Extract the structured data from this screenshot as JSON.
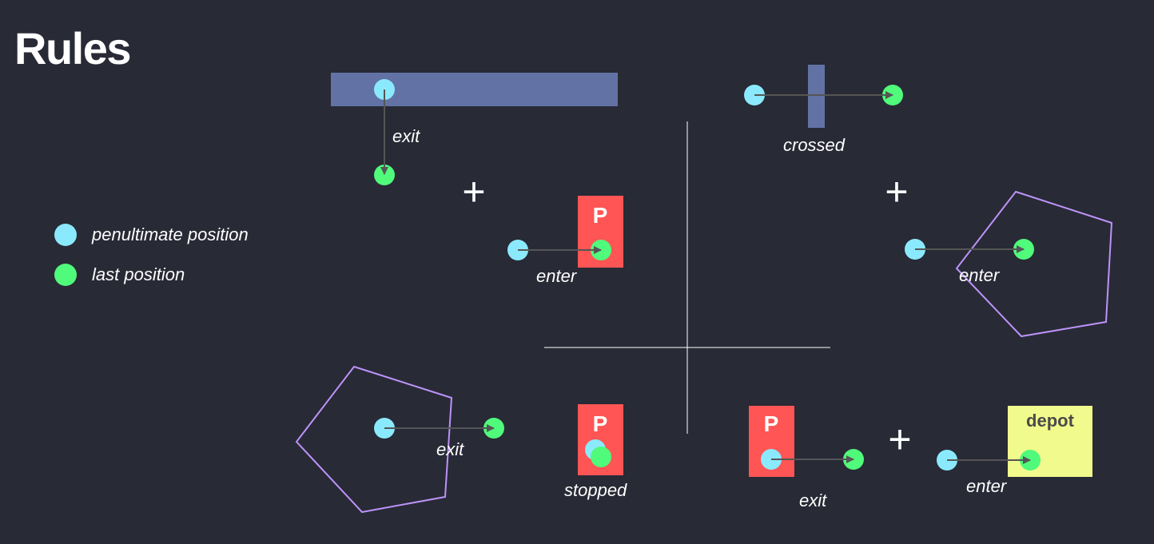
{
  "title": "Rules",
  "colors": {
    "background": "#282a36",
    "penultimate": "#8be9fd",
    "last": "#50fa7b",
    "road": "#6272a4",
    "parking": "#ff5555",
    "depot": "#f1fa8c",
    "zone": "#bd93f9",
    "arrow": "#555555"
  },
  "legend": {
    "penultimate": "penultimate position",
    "last": "last position"
  },
  "rules": {
    "road_exit": "exit",
    "road_crossed": "crossed",
    "parking_enter": "enter",
    "zone_enter": "enter",
    "zone_exit": "exit",
    "parking_stopped": "stopped",
    "parking_exit": "exit",
    "depot_enter": "enter"
  },
  "parking_label": "P",
  "depot_label": "depot",
  "plus": "+"
}
